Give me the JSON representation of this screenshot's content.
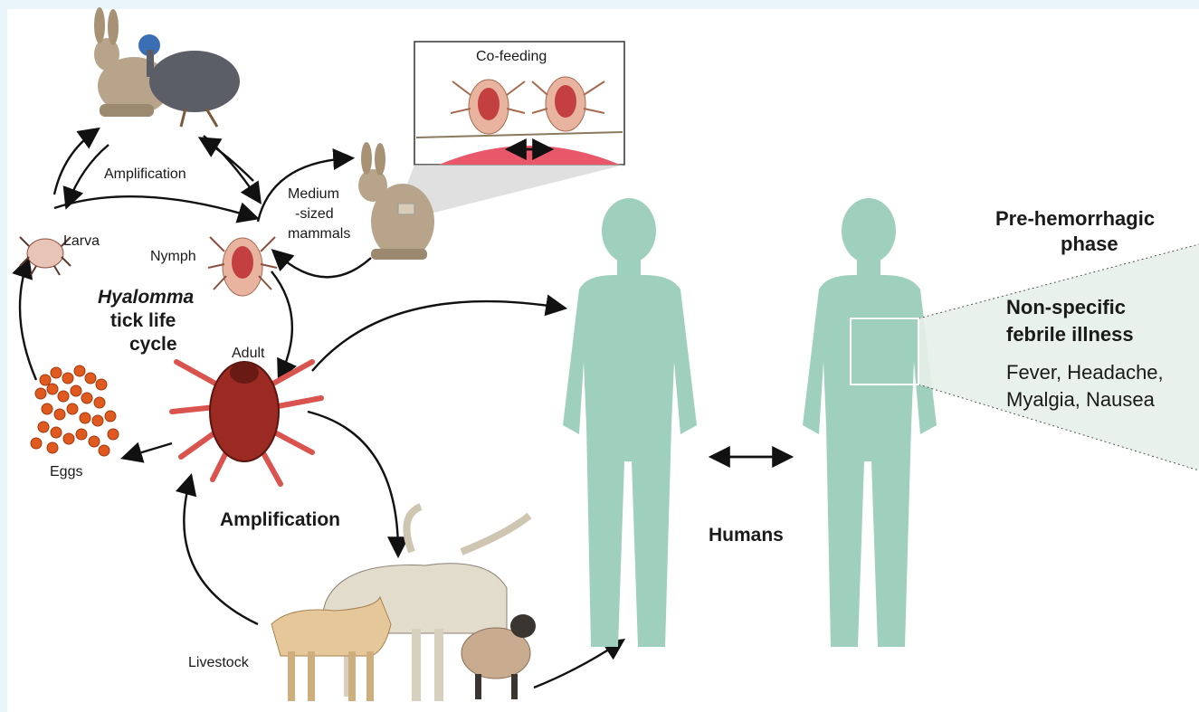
{
  "labels": {
    "cofeeding": "Co-feeding",
    "amplification_small": "Amplification",
    "medium_line1": "Medium",
    "medium_line2": "-sized",
    "medium_line3": "mammals",
    "larva": "Larva",
    "nymph": "Nymph",
    "cycle_line1": "Hyalomma",
    "cycle_line2": "tick life",
    "cycle_line3": "cycle",
    "adult": "Adult",
    "eggs": "Eggs",
    "amplification_big": "Amplification",
    "livestock": "Livestock",
    "humans": "Humans",
    "phase_line1": "Pre-hemorrhagic",
    "phase_line2": "phase",
    "illness_line1": "Non-specific",
    "illness_line2": "febrile illness",
    "symptoms_line1": "Fever, Headache,",
    "symptoms_line2": "Myalgia, Nausea"
  },
  "colors": {
    "human": "#9fcfbd",
    "tick_body": "#9b2a22",
    "tick_legs": "#d9534f",
    "eggs": "#e0591e",
    "blood": "#e8586a",
    "hare": "#b7a48a",
    "guineafowl": "#5b5e66"
  },
  "icons": [
    "hare-icon",
    "guineafowl-icon",
    "tick-larva-icon",
    "tick-nymph-icon",
    "tick-adult-icon",
    "eggs-icon",
    "cattle-icon",
    "goat-icon",
    "sheep-icon",
    "human-silhouette-icon"
  ]
}
